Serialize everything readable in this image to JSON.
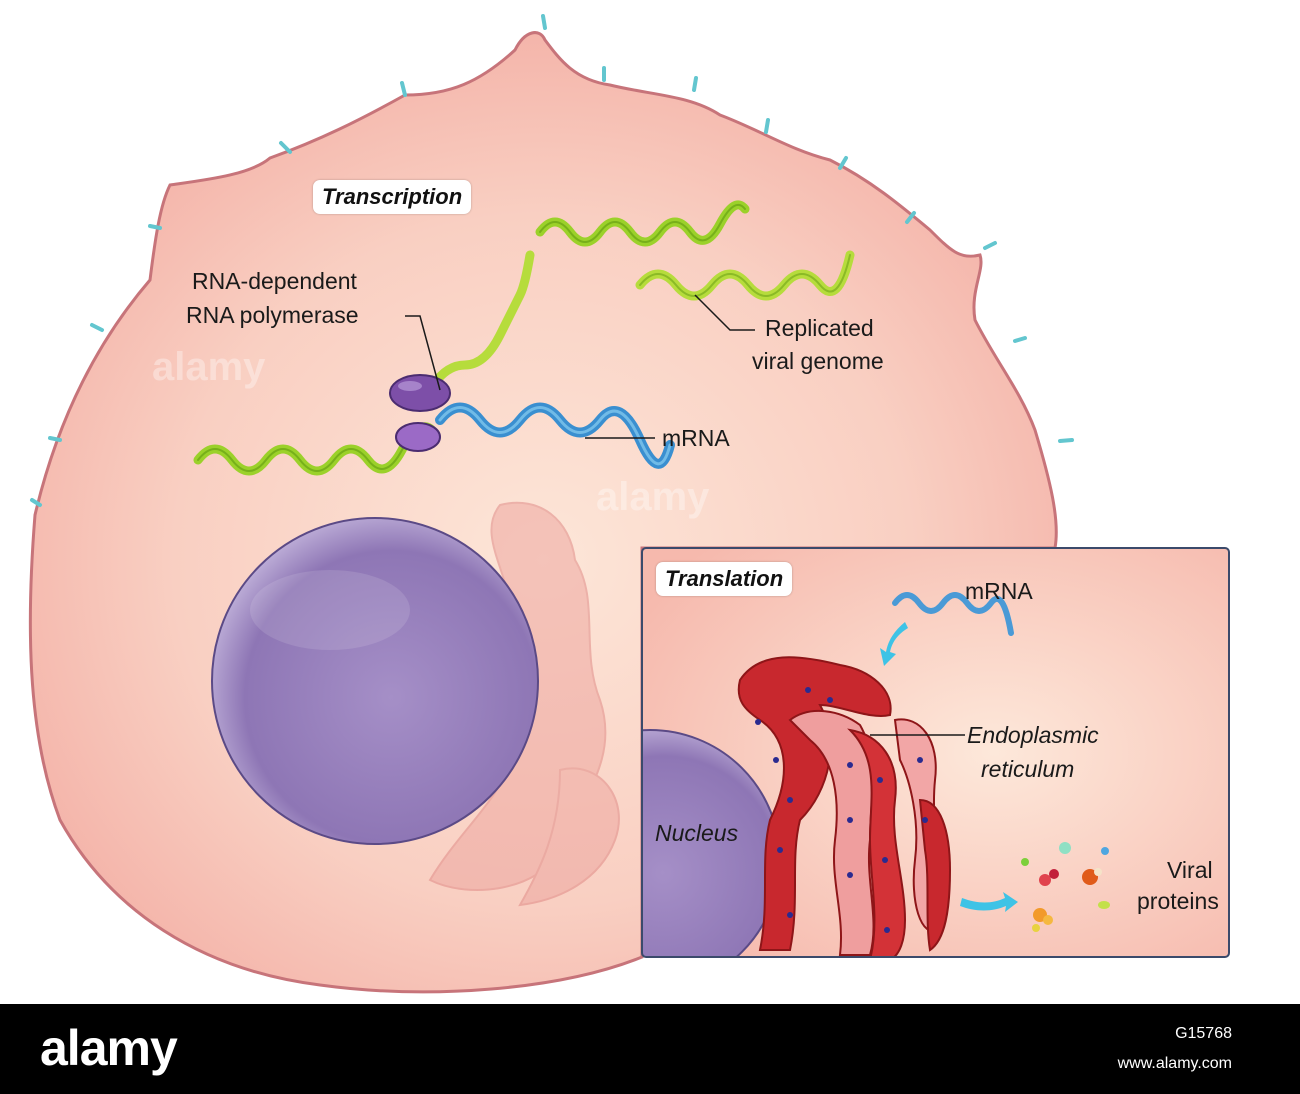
{
  "labels": {
    "transcription": "Transcription",
    "polymerase_line1": "RNA-dependent",
    "polymerase_line2": "RNA polymerase",
    "replicated_line1": "Replicated",
    "replicated_line2": "viral genome",
    "mrna_transcription": "mRNA",
    "translation": "Translation",
    "mrna_translation": "mRNA",
    "er_line1": "Endoplasmic",
    "er_line2": "reticulum",
    "nucleus": "Nucleus",
    "viral_line1": "Viral",
    "viral_line2": "proteins"
  },
  "watermark": "alamy",
  "footer": {
    "brand": "alamy",
    "image_id": "G15768",
    "url": "www.alamy.com"
  },
  "colors": {
    "cell_fill": "#f7c4b8",
    "membrane": "#c7747a",
    "viral_rna": "#9bd12a",
    "mrna": "#3a8fd0",
    "polymerase": "#7d4fa8",
    "nucleus": "#9b86bf",
    "er": "#c8282e",
    "inset_border": "#3b4a6b"
  }
}
